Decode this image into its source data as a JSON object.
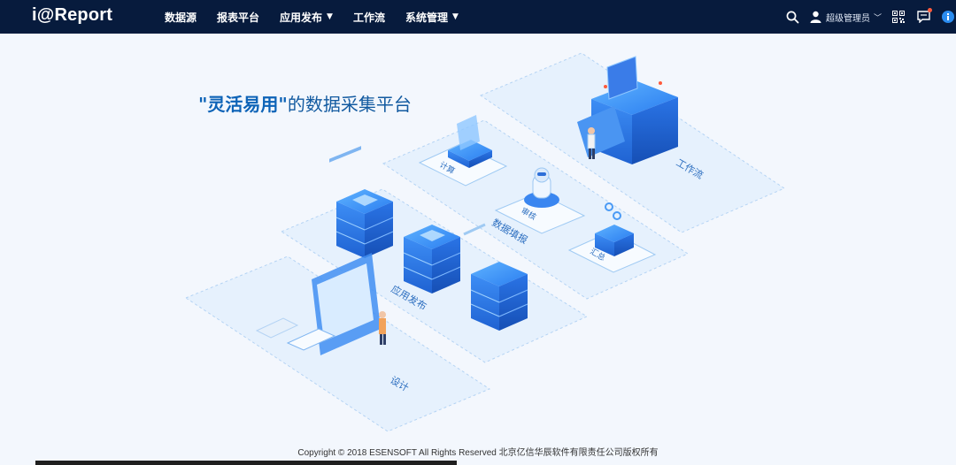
{
  "brand": {
    "logo_text": "i@Report"
  },
  "nav": {
    "items": [
      {
        "label": "数据源",
        "has_dropdown": false
      },
      {
        "label": "报表平台",
        "has_dropdown": false
      },
      {
        "label": "应用发布",
        "has_dropdown": true
      },
      {
        "label": "工作流",
        "has_dropdown": false
      },
      {
        "label": "系统管理",
        "has_dropdown": true
      }
    ]
  },
  "header_tools": {
    "icons": [
      "search-icon",
      "user-icon",
      "qrcode-icon",
      "message-icon",
      "info-icon"
    ],
    "user_name": "超级管理员",
    "notification": true
  },
  "hero": {
    "headline_quote_open": "\"",
    "headline_emphasis": "灵活易用",
    "headline_quote_close": "\"",
    "headline_rest": "的数据采集平台",
    "stages": {
      "design": "设计",
      "publish": "应用发布",
      "fill": "数据填报",
      "calc": "计算",
      "review": "审核",
      "summary": "汇总",
      "workflow": "工作流"
    }
  },
  "footer": {
    "copyright": "Copyright © 2018 ESENSOFT All Rights Reserved 北京亿信华辰软件有限责任公司版权所有"
  },
  "colors": {
    "topbar": "#071b3d",
    "accent": "#0d63b7",
    "background": "#f3f7fd"
  }
}
